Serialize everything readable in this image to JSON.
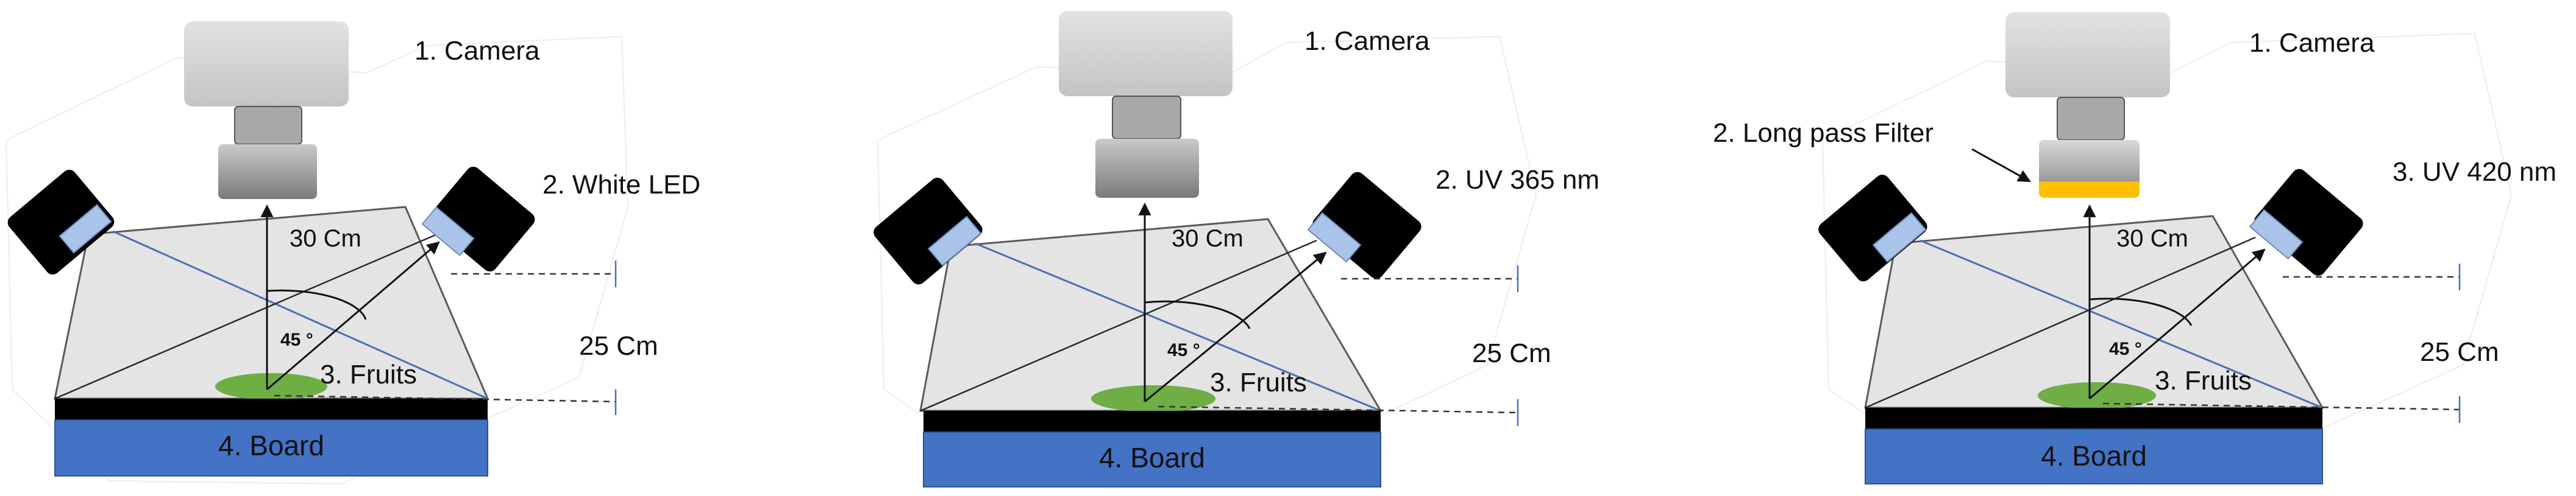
{
  "colors": {
    "camera_body": "#d6d6d6",
    "lens": "#9e9e9e",
    "light_head": "#000000",
    "light_face": "#a9c4e8",
    "hood": "#e4e4e4",
    "fruit": "#6fae45",
    "board_top": "#000000",
    "board": "#4472c4",
    "filter": "#ffc000",
    "blue_line": "#4a6fb5",
    "outline_line": "#2a2a2a"
  },
  "panels": [
    {
      "camera_label": "1. Camera",
      "light_label": "2. White LED",
      "distance_label": "30 Cm",
      "angle_label": "45 °",
      "width_label": "25 Cm",
      "fruit_label": "3. Fruits",
      "board_label": "4. Board"
    },
    {
      "camera_label": "1. Camera",
      "light_label": "2. UV 365 nm",
      "distance_label": "30 Cm",
      "angle_label": "45 °",
      "width_label": "25 Cm",
      "fruit_label": "3. Fruits",
      "board_label": "4. Board"
    },
    {
      "camera_label": "1. Camera",
      "filter_label": "2. Long pass Filter",
      "light_label": "3. UV 420 nm",
      "distance_label": "30 Cm",
      "angle_label": "45 °",
      "width_label": "25 Cm",
      "fruit_label": "3. Fruits",
      "board_label": "4. Board"
    }
  ]
}
